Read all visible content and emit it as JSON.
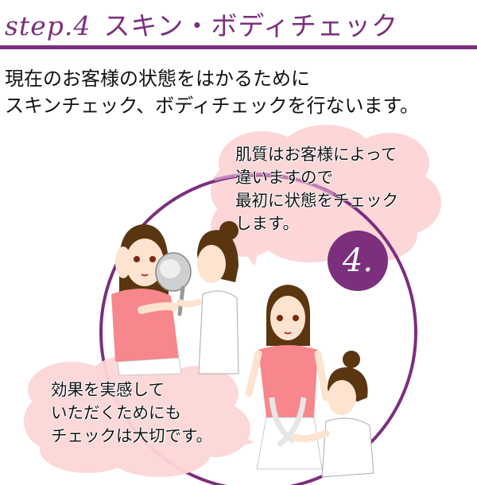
{
  "header": {
    "step": "step.4",
    "title": "スキン・ボディチェック",
    "accent_color": "#7b2f7d"
  },
  "intro": {
    "lines": [
      "現在のお客様の状態をはかるために",
      "スキンチェック、ボディチェックを行ないます。"
    ]
  },
  "bubbles": {
    "top": {
      "lines": [
        "肌質はお客様によって",
        "違いますので",
        "最初に状態をチェック",
        "します。"
      ],
      "color": "#fdd6d8"
    },
    "bottom": {
      "lines": [
        "効果を実感して",
        "いただくためにも",
        "チェックは大切です。"
      ],
      "color": "#fdd6d8"
    }
  },
  "badge": {
    "label": "4."
  },
  "illustrations": {
    "left_scene": "skin-check-with-hand-mirror",
    "right_scene": "body-check-with-measuring-tape"
  }
}
